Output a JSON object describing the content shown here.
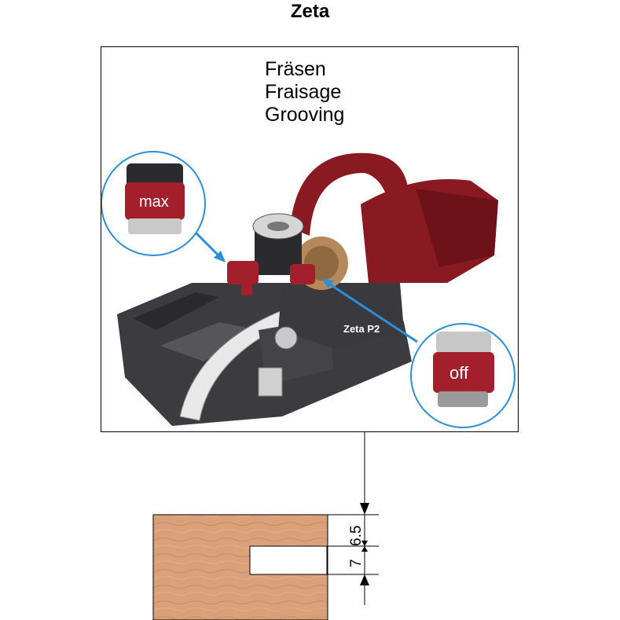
{
  "title": "Zeta",
  "labels": [
    "Fräsen",
    "Fraisage",
    "Grooving"
  ],
  "machine_label": "Zeta P2",
  "callouts": {
    "left_dial": "max",
    "right_dial": "off"
  },
  "dimensions": {
    "top_offset": "6.5",
    "groove_width": "7"
  },
  "colors": {
    "machine_red": "#8a1a22",
    "dial_red": "#a31f2b",
    "base_grey": "#3c3c40",
    "wood": "#d9a07a",
    "callout_blue": "#2c8ed6"
  }
}
